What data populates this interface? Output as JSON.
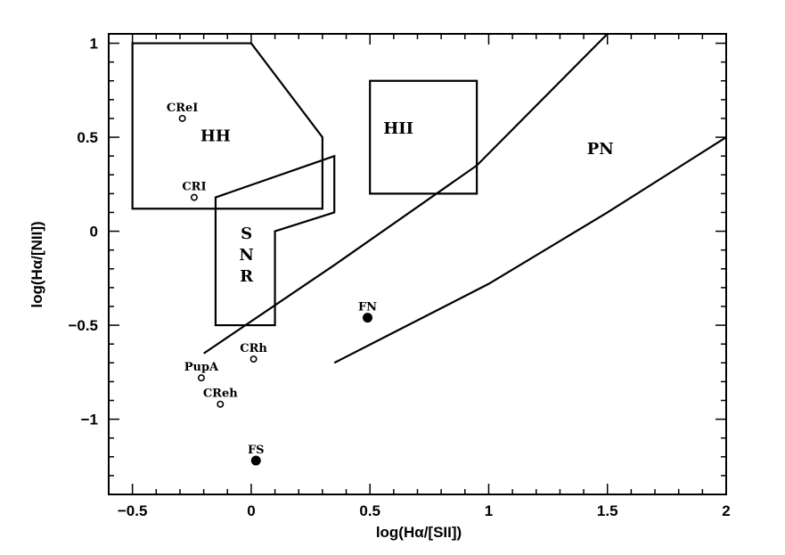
{
  "chart_data": {
    "type": "scatter",
    "title": "",
    "xlabel": "log(Hα/[SII])",
    "ylabel": "log(Hα/[NII])",
    "xlim": [
      -0.6,
      2.0
    ],
    "ylim": [
      -1.4,
      1.05
    ],
    "xticks": [
      -0.5,
      0,
      0.5,
      1,
      1.5,
      2
    ],
    "xtick_labels": [
      "−0.5",
      "0",
      "0.5",
      "1",
      "1.5",
      "2"
    ],
    "yticks": [
      -1,
      -0.5,
      0,
      0.5,
      1
    ],
    "ytick_labels": [
      "−1",
      "−0.5",
      "0",
      "0.5",
      "1"
    ],
    "grid": false,
    "regions": [
      {
        "name": "HH",
        "label_pos": [
          -0.15,
          0.48
        ],
        "polygon": [
          [
            -0.5,
            1.0
          ],
          [
            0.0,
            1.0
          ],
          [
            0.3,
            0.5
          ],
          [
            0.3,
            0.12
          ],
          [
            -0.5,
            0.12
          ]
        ]
      },
      {
        "name": "HII",
        "label_pos": [
          0.62,
          0.52
        ],
        "polygon": [
          [
            0.5,
            0.8
          ],
          [
            0.95,
            0.8
          ],
          [
            0.95,
            0.2
          ],
          [
            0.5,
            0.2
          ]
        ]
      },
      {
        "name": "SNR",
        "label_lines": [
          "S",
          "N",
          "R"
        ],
        "label_pos": [
          -0.02,
          -0.04
        ],
        "polygon": [
          [
            -0.15,
            0.18
          ],
          [
            0.35,
            0.4
          ],
          [
            0.35,
            0.1
          ],
          [
            0.1,
            0.0
          ],
          [
            0.1,
            -0.5
          ],
          [
            -0.15,
            -0.5
          ]
        ]
      },
      {
        "name": "PN",
        "label_pos": [
          1.47,
          0.41
        ],
        "polygon": []
      }
    ],
    "lines": [
      {
        "points": [
          [
            -0.2,
            -0.65
          ],
          [
            0.35,
            -0.18
          ],
          [
            0.95,
            0.35
          ],
          [
            1.5,
            1.05
          ]
        ]
      },
      {
        "points": [
          [
            0.35,
            -0.7
          ],
          [
            1.0,
            -0.28
          ],
          [
            1.5,
            0.1
          ],
          [
            2.0,
            0.5
          ]
        ]
      }
    ],
    "points": [
      {
        "label": "CReI",
        "x": -0.29,
        "y": 0.6,
        "filled": false
      },
      {
        "label": "CRI",
        "x": -0.24,
        "y": 0.18,
        "filled": false
      },
      {
        "label": "CRh",
        "x": 0.01,
        "y": -0.68,
        "filled": false
      },
      {
        "label": "PupA",
        "x": -0.21,
        "y": -0.78,
        "filled": false
      },
      {
        "label": "CReh",
        "x": -0.13,
        "y": -0.92,
        "filled": false
      },
      {
        "label": "FN",
        "x": 0.49,
        "y": -0.46,
        "filled": true
      },
      {
        "label": "FS",
        "x": 0.02,
        "y": -1.22,
        "filled": true
      }
    ]
  }
}
